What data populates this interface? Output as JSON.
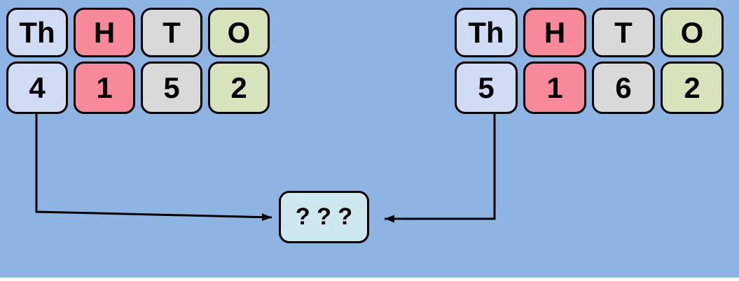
{
  "scene": {
    "background_color": "#8eb4e3",
    "footer_strip_color": "#ffffff",
    "arrow_color": "#000000"
  },
  "left_table": {
    "headers": [
      {
        "label": "Th",
        "color": "#cfdcf3"
      },
      {
        "label": "H",
        "color": "#f8899b"
      },
      {
        "label": "T",
        "color": "#d9d9d9"
      },
      {
        "label": "O",
        "color": "#d7e3bb"
      }
    ],
    "digits": [
      {
        "value": "4",
        "color": "#cfdcf3"
      },
      {
        "value": "1",
        "color": "#f8899b"
      },
      {
        "value": "5",
        "color": "#d9d9d9"
      },
      {
        "value": "2",
        "color": "#d7e3bb"
      }
    ]
  },
  "right_table": {
    "headers": [
      {
        "label": "Th",
        "color": "#cfdcf3"
      },
      {
        "label": "H",
        "color": "#f8899b"
      },
      {
        "label": "T",
        "color": "#d9d9d9"
      },
      {
        "label": "O",
        "color": "#d7e3bb"
      }
    ],
    "digits": [
      {
        "value": "5",
        "color": "#cfdcf3"
      },
      {
        "value": "1",
        "color": "#f8899b"
      },
      {
        "value": "6",
        "color": "#d9d9d9"
      },
      {
        "value": "2",
        "color": "#d7e3bb"
      }
    ]
  },
  "result_box": {
    "label": "? ? ?",
    "color": "#cee8ee"
  },
  "arrows": [
    {
      "from": "left-digit-thousands",
      "to": "result-box"
    },
    {
      "from": "right-digit-thousands",
      "to": "result-box"
    }
  ]
}
